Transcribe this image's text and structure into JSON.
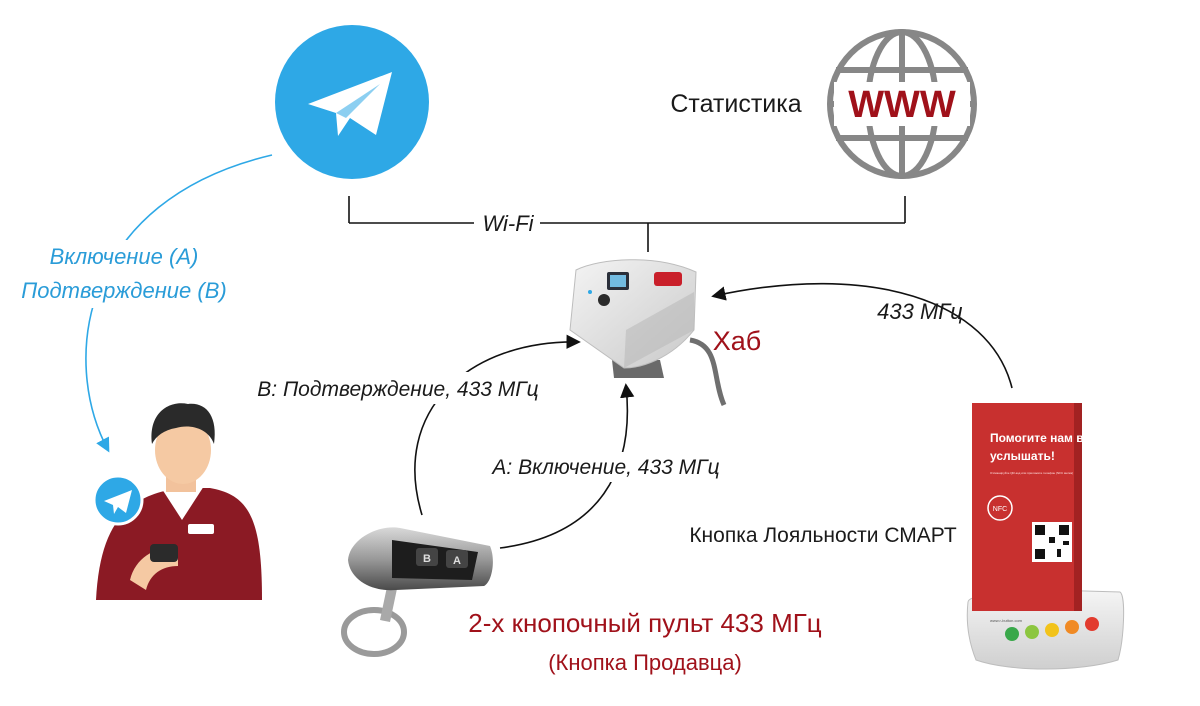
{
  "labels": {
    "stats": "Статистика",
    "wifi": "Wi-Fi",
    "hub": "Хаб",
    "freq_right": "433 МГц",
    "confirm_link": "B: Подтверждение, 433 МГц",
    "enable_link": "A: Включение, 433 МГц",
    "telegram_line1": "Включение (A)",
    "telegram_line2": "Подтверждение (B)",
    "loyalty_button": "Кнопка Лояльности СМАРТ",
    "remote_title": "2-х кнопочный пульт 433 МГц",
    "remote_subtitle": "(Кнопка Продавца)"
  },
  "web_icon_text": "WWW",
  "hub_screen_text": "",
  "stand": {
    "headline_line1": "Помогите нам вас",
    "headline_line2": "услышать!",
    "small_text": "Отсканируйте QR-код или приложите телефон (NFC метка)",
    "nfc_tag": "NFC",
    "site": "www.r-button.com"
  },
  "remote_buttons": [
    "B",
    "A"
  ],
  "colors": {
    "telegram": "#2ea8e6",
    "accent_red": "#a0111a",
    "web_gray": "#878787",
    "text": "#1a1a1a",
    "blue_text": "#2a9cd8",
    "shirt": "#8b1a24"
  },
  "icons": [
    "telegram-icon",
    "www-globe-icon",
    "hub-device",
    "key-fob-remote",
    "seller-person",
    "loyalty-stand"
  ]
}
